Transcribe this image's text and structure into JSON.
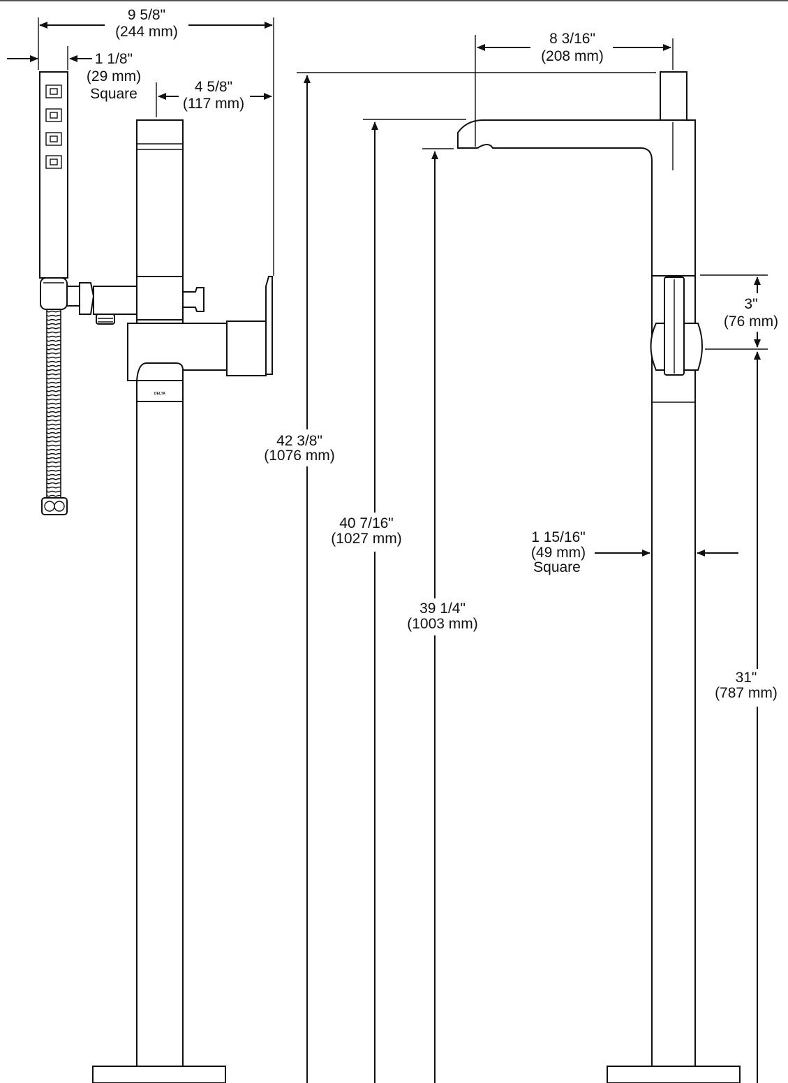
{
  "brand_mark": "DELTA",
  "dimensions": {
    "overall_width": {
      "inch": "9 5/8\"",
      "mm": "(244 mm)"
    },
    "handshower_width": {
      "inch": "1 1/8\"",
      "mm": "(29 mm)",
      "note": "Square"
    },
    "handle_reach": {
      "inch": "4 5/8\"",
      "mm": "(117 mm)"
    },
    "spout_reach": {
      "inch": "8 3/16\"",
      "mm": "(208 mm)"
    },
    "overall_height": {
      "inch": "42 3/8\"",
      "mm": "(1076 mm)"
    },
    "spout_top_height": {
      "inch": "40 7/16\"",
      "mm": "(1027 mm)"
    },
    "spout_outlet_height": {
      "inch": "39 1/4\"",
      "mm": "(1003 mm)"
    },
    "handle_height": {
      "inch": "3\"",
      "mm": "(76 mm)"
    },
    "column_width": {
      "inch": "1 15/16\"",
      "mm": "(49 mm)",
      "note": "Square"
    },
    "handle_base_height": {
      "inch": "31\"",
      "mm": "(787 mm)"
    }
  }
}
